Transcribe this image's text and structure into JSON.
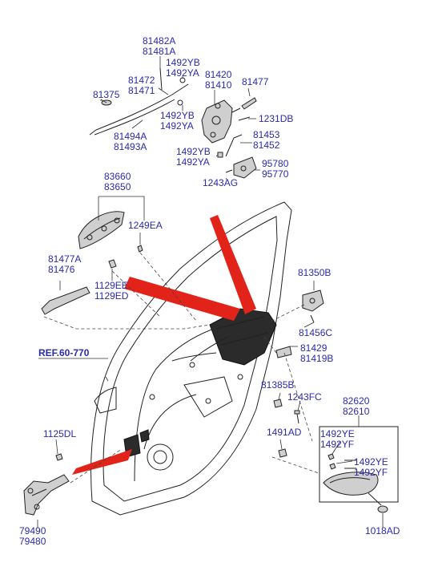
{
  "diagram": {
    "reference": "REF.60-770",
    "labels": {
      "p81482": [
        "81482A",
        "81481A"
      ],
      "p1492ya1": [
        "1492YB",
        "1492YA"
      ],
      "p81472": [
        "81472",
        "81471"
      ],
      "p81420": [
        "81420",
        "81410"
      ],
      "p81477": [
        "81477"
      ],
      "p81375": [
        "81375"
      ],
      "p1492ya2": [
        "1492YB",
        "1492YA"
      ],
      "p1231db": [
        "1231DB"
      ],
      "p81494": [
        "81494A",
        "81493A"
      ],
      "p81453": [
        "81453",
        "81452"
      ],
      "p1492ya3": [
        "1492YB",
        "1492YA"
      ],
      "p95780": [
        "95780",
        "95770"
      ],
      "p1243ag": [
        "1243AG"
      ],
      "p83660": [
        "83660",
        "83650"
      ],
      "p1249ea": [
        "1249EA"
      ],
      "p81477a": [
        "81477A",
        "81476"
      ],
      "p1129ee": [
        "1129EE",
        "1129ED"
      ],
      "p81350b": [
        "81350B"
      ],
      "p81456c": [
        "81456C"
      ],
      "p81429": [
        "81429",
        "81419B"
      ],
      "p81385b": [
        "81385B"
      ],
      "p1243fc": [
        "1243FC"
      ],
      "p82620": [
        "82620",
        "82610"
      ],
      "p1125dl": [
        "1125DL"
      ],
      "p1491ad": [
        "1491AD"
      ],
      "p1492ye1": [
        "1492YE",
        "1492YF"
      ],
      "p1492ye2": [
        "1492YE",
        "1492YF"
      ],
      "p79490": [
        "79490",
        "79480"
      ],
      "p1018ad": [
        "1018AD"
      ]
    }
  }
}
